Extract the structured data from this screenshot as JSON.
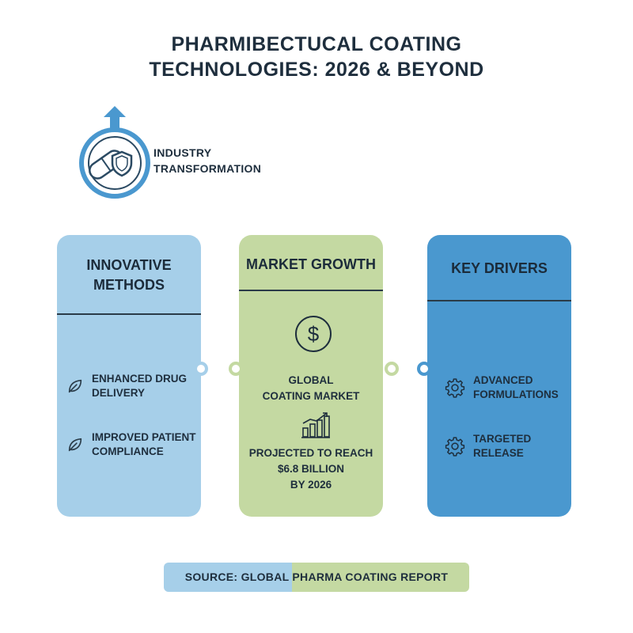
{
  "title": {
    "line1": "PHARMIBECTUCAL COATING",
    "line2": "TECHNOLOGIES: 2026 & BEYOND"
  },
  "badge": {
    "icon": "pill-shield-icon",
    "label_line1": "INDUSTRY",
    "label_line2": "TRANSFORMATION"
  },
  "cards": [
    {
      "heading_line1": "INNOVATIVE",
      "heading_line2": "METHODS",
      "color": "#a6cfe9",
      "items": [
        {
          "icon": "leaf-icon",
          "line1": "ENHANCED DRUG",
          "line2": "DELIVERY"
        },
        {
          "icon": "leaf-icon",
          "line1": "IMPROVED PATIENT",
          "line2": "COMPLIANCE"
        }
      ]
    },
    {
      "heading": "MARKET GROWTH",
      "color": "#c4d9a2",
      "icon_top": "dollar-icon",
      "text1_line1": "GLOBAL",
      "text1_line2": "COATING MARKET",
      "icon_chart": "bar-chart-growth-icon",
      "text2_line1": "PROJECTED TO REACH",
      "text2_line2": "$6.8 BILLION",
      "text2_line3": "BY 2026"
    },
    {
      "heading": "KEY DRIVERS",
      "color": "#4a98cf",
      "items": [
        {
          "icon": "gear-icon",
          "line1": "ADVANCED",
          "line2": "FORMULATIONS"
        },
        {
          "icon": "gear-icon",
          "line1": "TARGETED",
          "line2": "RELEASE"
        }
      ]
    }
  ],
  "source": "SOURCE: GLOBAL PHARMA COATING REPORT"
}
